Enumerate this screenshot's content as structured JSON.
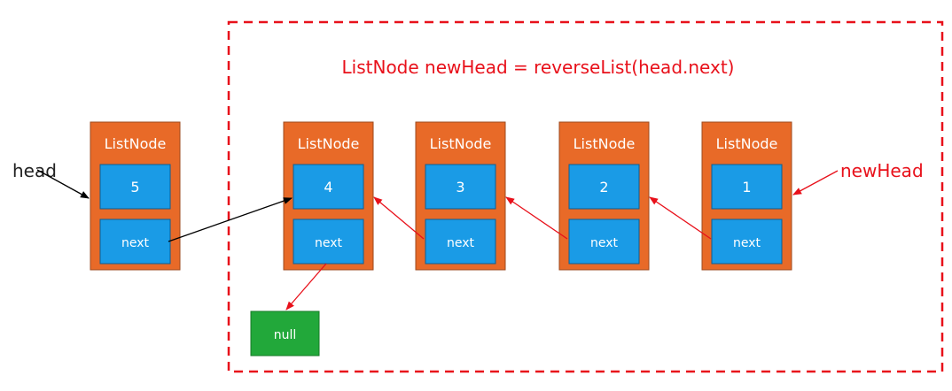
{
  "title": "ListNode newHead = reverseList(head.next)",
  "labels": {
    "head": "head",
    "new_head": "newHead"
  },
  "nodes": [
    {
      "title": "ListNode",
      "value": "5",
      "next": "next"
    },
    {
      "title": "ListNode",
      "value": "4",
      "next": "next"
    },
    {
      "title": "ListNode",
      "value": "3",
      "next": "next"
    },
    {
      "title": "ListNode",
      "value": "2",
      "next": "next"
    },
    {
      "title": "ListNode",
      "value": "1",
      "next": "next"
    }
  ],
  "null_node": {
    "label": "null"
  },
  "colors": {
    "node_fill": "#e86a28",
    "node_border": "#9c4a1e",
    "cell_fill": "#1a9be6",
    "cell_border": "#0e5e91",
    "null_fill": "#22a83a",
    "null_border": "#157a26",
    "highlight": "#e8101a",
    "black": "#000000"
  }
}
